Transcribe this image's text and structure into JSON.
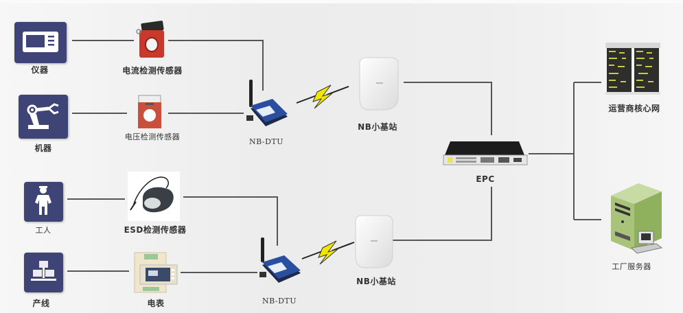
{
  "diagram": {
    "sources": [
      {
        "id": "instrument",
        "label": "仪器",
        "icon": "instrument-icon"
      },
      {
        "id": "machine",
        "label": "机器",
        "icon": "robot-arm-icon"
      },
      {
        "id": "worker",
        "label": "工人",
        "icon": "worker-icon"
      },
      {
        "id": "production-line",
        "label": "产线",
        "icon": "production-line-icon"
      }
    ],
    "sensors": [
      {
        "id": "current-sensor",
        "label": "电流检测传感器",
        "icon": "current-sensor-icon"
      },
      {
        "id": "voltage-sensor",
        "label": "电压检测传感器",
        "icon": "voltage-sensor-icon"
      },
      {
        "id": "esd-sensor",
        "label": "ESD检测传感器",
        "icon": "esd-sensor-icon"
      },
      {
        "id": "meter",
        "label": "电表",
        "icon": "electric-meter-icon"
      }
    ],
    "dtus": [
      {
        "id": "dtu-top",
        "label": "NB-DTU",
        "icon": "dtu-router-icon"
      },
      {
        "id": "dtu-bottom",
        "label": "NB-DTU",
        "icon": "dtu-router-icon"
      }
    ],
    "wireless_link_icon": "lightning-bolt-icon",
    "base_stations": [
      {
        "id": "bs-top",
        "label": "NB小基站",
        "icon": "access-point-icon"
      },
      {
        "id": "bs-bottom",
        "label": "NB小基站",
        "icon": "access-point-icon"
      }
    ],
    "epc": {
      "label": "EPC",
      "icon": "rack-switch-icon"
    },
    "core_network": {
      "label": "运营商核心网",
      "icon": "server-rack-icon"
    },
    "factory_server": {
      "label": "工厂服务器",
      "icon": "tower-server-icon"
    },
    "colors": {
      "tile": "#3f4477",
      "wire": "#555555",
      "sensor_red": "#c8382b",
      "bolt_yellow": "#f2e600",
      "dtu_blue": "#2b4fa0",
      "server_green": "#a9c47a"
    }
  }
}
